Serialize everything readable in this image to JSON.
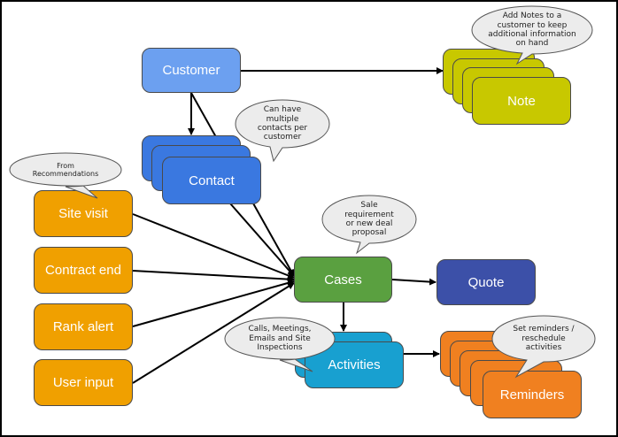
{
  "diagram": {
    "nodes": {
      "customer": {
        "label": "Customer",
        "color": "#6ca0f0"
      },
      "contact": {
        "label": "Contact",
        "color": "#3a78e0"
      },
      "note": {
        "label": "Note",
        "color": "#c8c800"
      },
      "site_visit": {
        "label": "Site visit",
        "color": "#f0a000"
      },
      "contract_end": {
        "label": "Contract end",
        "color": "#f0a000"
      },
      "rank_alert": {
        "label": "Rank alert",
        "color": "#f0a000"
      },
      "user_input": {
        "label": "User input",
        "color": "#f0a000"
      },
      "cases": {
        "label": "Cases",
        "color": "#5aa040"
      },
      "quote": {
        "label": "Quote",
        "color": "#3c50a8"
      },
      "activities": {
        "label": "Activities",
        "color": "#18a0d0"
      },
      "reminders": {
        "label": "Reminders",
        "color": "#f08020"
      }
    },
    "callouts": {
      "note": "Add Notes to a customer to keep additional information on hand",
      "contact": "Can have multiple contacts per customer",
      "site_visit": "From Recommendations",
      "cases": "Sale requirement or new deal proposal",
      "activities": "Calls, Meetings, Emails and Site Inspections",
      "reminders": "Set reminders / reschedule activities"
    },
    "edges": [
      {
        "from": "Customer",
        "to": "Note"
      },
      {
        "from": "Customer",
        "to": "Contact"
      },
      {
        "from": "Customer",
        "to": "Cases"
      },
      {
        "from": "Contact",
        "to": "Cases"
      },
      {
        "from": "Site visit",
        "to": "Cases"
      },
      {
        "from": "Contract end",
        "to": "Cases"
      },
      {
        "from": "Rank alert",
        "to": "Cases"
      },
      {
        "from": "User input",
        "to": "Cases"
      },
      {
        "from": "Cases",
        "to": "Quote"
      },
      {
        "from": "Cases",
        "to": "Activities"
      },
      {
        "from": "Activities",
        "to": "Reminders"
      }
    ]
  }
}
